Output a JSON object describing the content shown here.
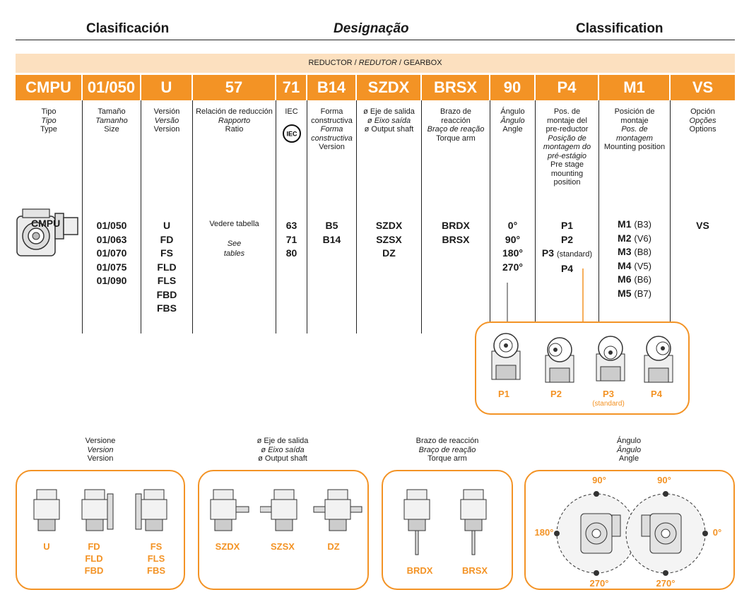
{
  "header": {
    "es": "Clasificación",
    "pt": "Designação",
    "en": "Classification"
  },
  "band": {
    "pre": "REDUCTOR / ",
    "italic": "REDUTOR",
    "post": " / GEARBOX"
  },
  "codes": [
    "CMPU",
    "01/050",
    "U",
    "57",
    "71",
    "B14",
    "SZDX",
    "BRSX",
    "90",
    "P4",
    "M1",
    "VS"
  ],
  "columns": [
    {
      "desc": [
        "Tipo",
        "Tipo",
        "Type"
      ],
      "values": []
    },
    {
      "desc": [
        "Tamaño",
        "Tamanho",
        "Size"
      ],
      "values": [
        "01/050",
        "01/063",
        "01/070",
        "01/075",
        "01/090"
      ]
    },
    {
      "desc": [
        "Versión",
        "Versão",
        "Version"
      ],
      "values": [
        "U",
        "FD",
        "FS",
        "FLD",
        "FLS",
        "FBD",
        "FBS"
      ]
    },
    {
      "desc": [
        "Relación de reducción",
        "Rapporto",
        "Ratio"
      ],
      "values": [
        "Vedere tabella",
        "",
        "See",
        "tables"
      ]
    },
    {
      "desc": [
        "IEC"
      ],
      "values": [
        "63",
        "71",
        "80"
      ]
    },
    {
      "desc": [
        "Forma",
        "constructiva",
        "Forma",
        "constructiva",
        "Version"
      ],
      "values": [
        "B5",
        "B14"
      ]
    },
    {
      "desc": [
        "ø Eje de salida",
        "ø Eixo saída",
        "ø Output shaft"
      ],
      "values": [
        "SZDX",
        "SZSX",
        "DZ"
      ]
    },
    {
      "desc": [
        "Brazo de",
        "reacción",
        "Braço de reação",
        "Torque arm"
      ],
      "values": [
        "BRDX",
        "BRSX"
      ]
    },
    {
      "desc": [
        "Ángulo",
        "Ângulo",
        "Angle"
      ],
      "values": [
        "0°",
        "90°",
        "180°",
        "270°"
      ]
    },
    {
      "desc": [
        "Pos. de",
        "montaje del",
        "pre-reductor",
        "Posição de",
        "montagem do",
        "pré-estágio",
        "Pre stage",
        "mounting",
        "position"
      ],
      "values": [
        "P1",
        "P2",
        "P3",
        "P4"
      ],
      "note": "(standard)"
    },
    {
      "desc": [
        "Posición de",
        "montaje",
        "Pos. de",
        "montagem",
        "Mounting position"
      ],
      "values": [
        "M1",
        "M2",
        "M3",
        "M4",
        "M6",
        "M5"
      ],
      "notes": [
        "(B3)",
        "(V6)",
        "(B8)",
        "(V5)",
        "(B6)",
        "(B7)"
      ]
    },
    {
      "desc": [
        "Opción",
        "Opções",
        "Options"
      ],
      "values": [
        "VS"
      ]
    }
  ],
  "iec_logo": "IEC",
  "cmpu_label": "CMPU",
  "prestage": {
    "labels": [
      "P1",
      "P2",
      "P3",
      "P4"
    ],
    "standard": "(standard)"
  },
  "version_box": {
    "caption": [
      "Versione",
      "Version",
      "Version"
    ],
    "labels": [
      "U",
      "FD",
      "FLD",
      "FBD",
      "FS",
      "FLS",
      "FBS"
    ]
  },
  "shaft_box": {
    "caption": [
      "ø Eje de salida",
      "ø Eixo saída",
      "ø Output shaft"
    ],
    "labels": [
      "SZDX",
      "SZSX",
      "DZ"
    ]
  },
  "arm_box": {
    "caption": [
      "Brazo de reacción",
      "Braço de reação",
      "Torque arm"
    ],
    "labels": [
      "BRDX",
      "BRSX"
    ]
  },
  "angle_box": {
    "caption": [
      "Ángulo",
      "Ângulo",
      "Angle"
    ],
    "labels": [
      "90°",
      "90°",
      "180°",
      "0°",
      "270°",
      "270°"
    ]
  },
  "colors": {
    "orange": "#f39325",
    "band": "#fce0bf"
  }
}
